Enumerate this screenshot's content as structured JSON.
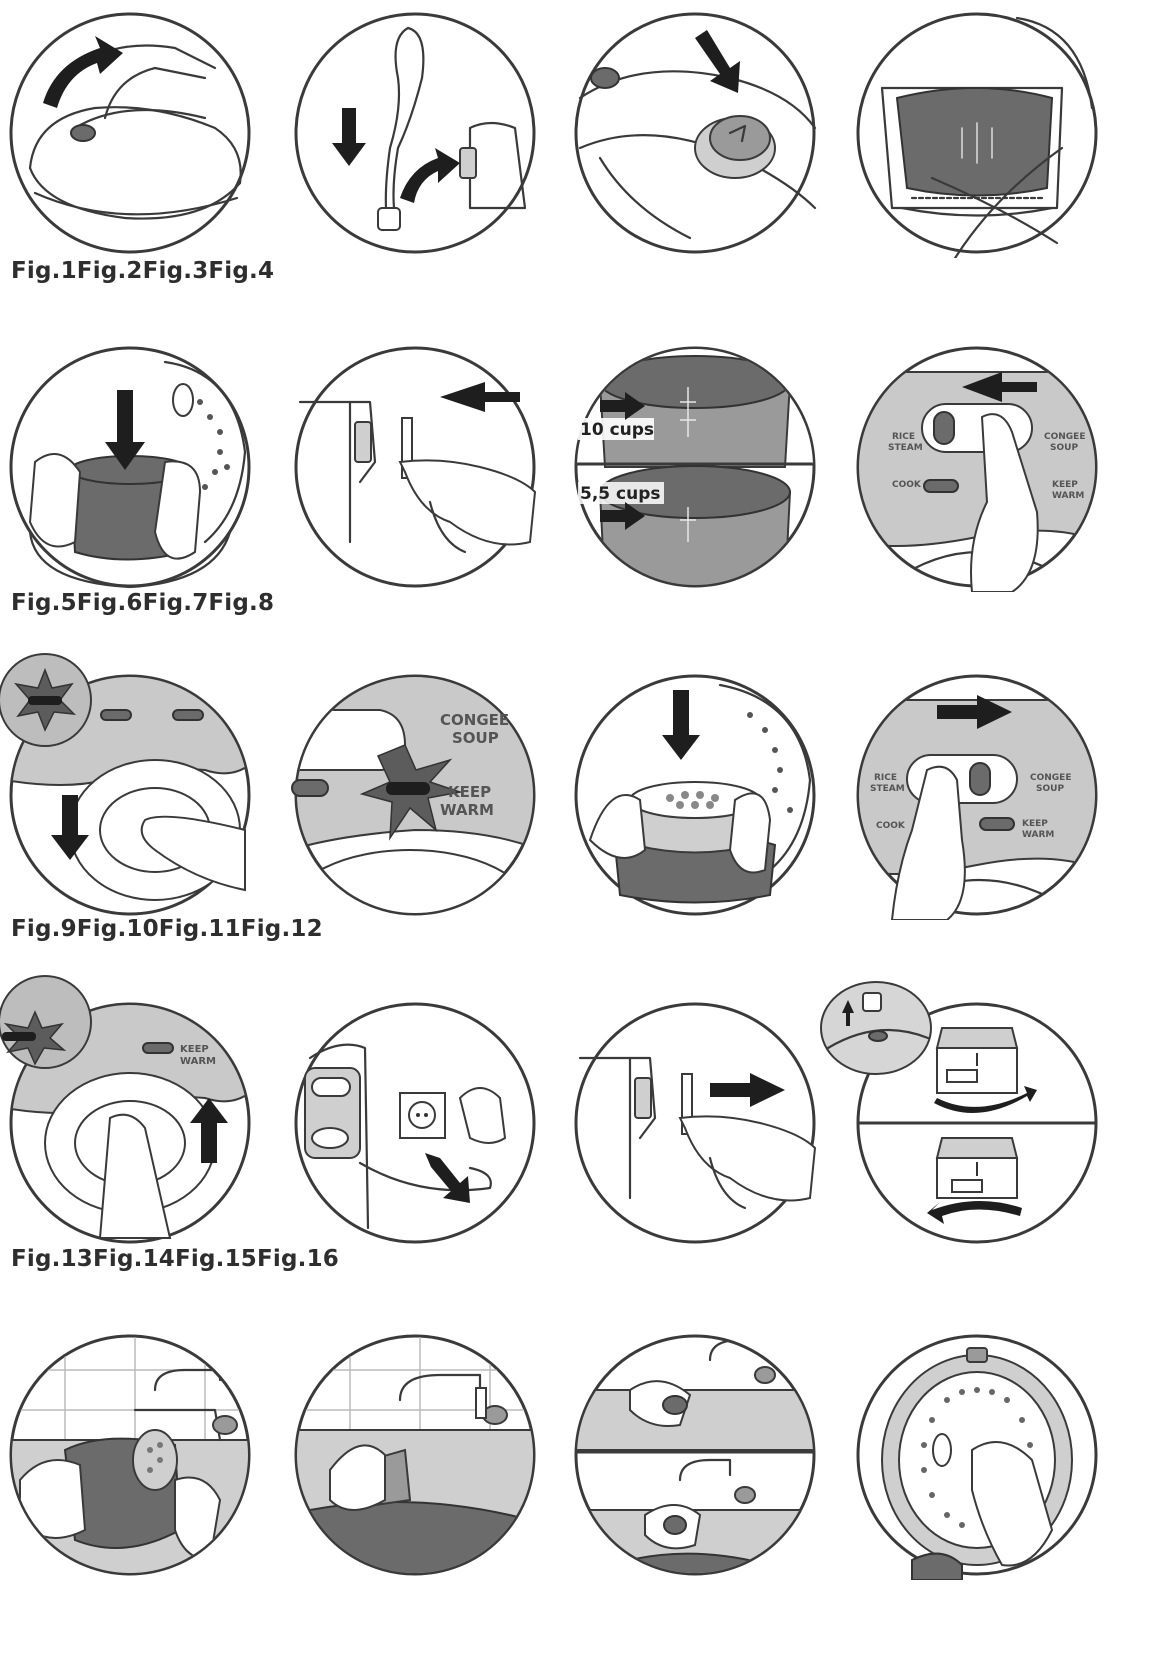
{
  "captions": {
    "row1": "Fig.1Fig.2Fig.3Fig.4",
    "row2": "Fig.5Fig.6Fig.7Fig.8",
    "row3": "Fig.9Fig.10Fig.11Fig.12",
    "row4": "Fig.13Fig.14Fig.15Fig.16"
  },
  "labels": {
    "fig7_top": "10 cups",
    "fig7_bottom": "5,5 cups",
    "rice_steam_1": "RICE",
    "rice_steam_2": "STEAM",
    "congee_soup_1": "CONGEE",
    "congee_soup_2": "SOUP",
    "cook": "COOK",
    "keep_warm_1": "KEEP",
    "keep_warm_2": "WARM"
  }
}
